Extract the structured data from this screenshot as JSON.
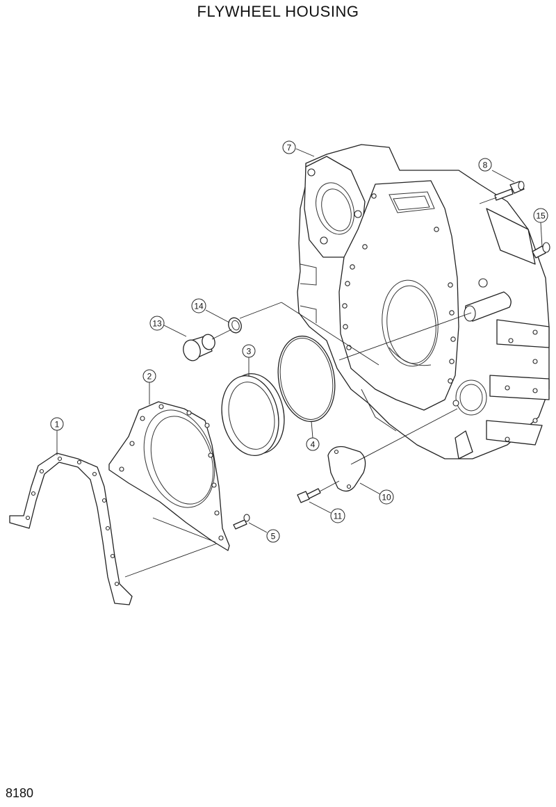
{
  "title": "FLYWHEEL HOUSING",
  "page_number": "8180",
  "callouts": [
    {
      "label": "1"
    },
    {
      "label": "2"
    },
    {
      "label": "3"
    },
    {
      "label": "4"
    },
    {
      "label": "5"
    },
    {
      "label": "7"
    },
    {
      "label": "8"
    },
    {
      "label": "10"
    },
    {
      "label": "11"
    },
    {
      "label": "13"
    },
    {
      "label": "14"
    },
    {
      "label": "15"
    }
  ]
}
